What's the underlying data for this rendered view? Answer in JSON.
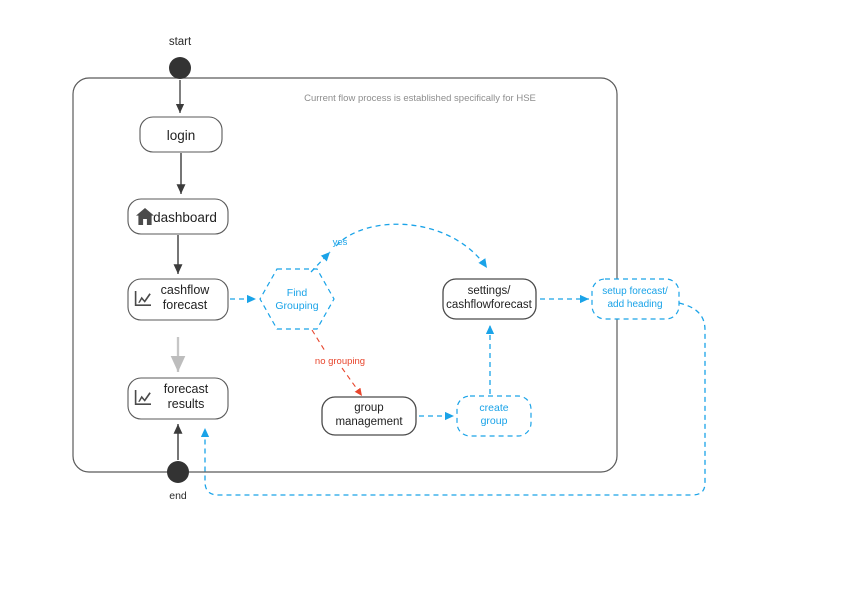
{
  "diagram": {
    "title_note": "Current flow process is established specifically for HSE",
    "colors": {
      "dark": "#3b3b3b",
      "box_stroke": "#5a5a5a",
      "blue": "#1aa3e8",
      "red": "#e8452c",
      "gray_arrow": "#bdbdbd",
      "note_text": "#8d8d8d",
      "background": "#ffffff"
    },
    "start_label": "start",
    "end_label": "end",
    "nodes": [
      {
        "id": "login",
        "label": "login",
        "kind": "solid-box",
        "icon": "none"
      },
      {
        "id": "dashboard",
        "label": "dashboard",
        "kind": "solid-box",
        "icon": "home-icon"
      },
      {
        "id": "cashflow",
        "label": "cashflow\nforecast",
        "label_line1": "cashflow",
        "label_line2": "forecast",
        "kind": "solid-box",
        "icon": "chart-icon"
      },
      {
        "id": "results",
        "label": "forecast\nresults",
        "label_line1": "forecast",
        "label_line2": "results",
        "kind": "solid-box",
        "icon": "chart-icon"
      },
      {
        "id": "findgroup",
        "label": "Find\nGrouping",
        "label_line1": "Find",
        "label_line2": "Grouping",
        "kind": "dashed-hexagon",
        "icon": "none"
      },
      {
        "id": "settings",
        "label": "settings/\ncashflowforecast",
        "label_line1": "settings/",
        "label_line2": "cashflowforecast",
        "kind": "solid-box",
        "icon": "none"
      },
      {
        "id": "setupfc",
        "label": "setup forecast/\nadd heading",
        "label_line1": "setup forecast/",
        "label_line2": "add heading",
        "kind": "dashed-box",
        "icon": "none"
      },
      {
        "id": "groupmgmt",
        "label": "group\nmanagement",
        "label_line1": "group",
        "label_line2": "management",
        "kind": "solid-box",
        "icon": "none"
      },
      {
        "id": "creategroup",
        "label": "create\ngroup",
        "label_line1": "create",
        "label_line2": "group",
        "kind": "dashed-box",
        "icon": "none"
      }
    ],
    "edge_labels": [
      {
        "id": "yes",
        "text": "yes",
        "color": "#1aa3e8"
      },
      {
        "id": "no-grouping",
        "text": "no grouping",
        "color": "#e8452c"
      }
    ]
  }
}
